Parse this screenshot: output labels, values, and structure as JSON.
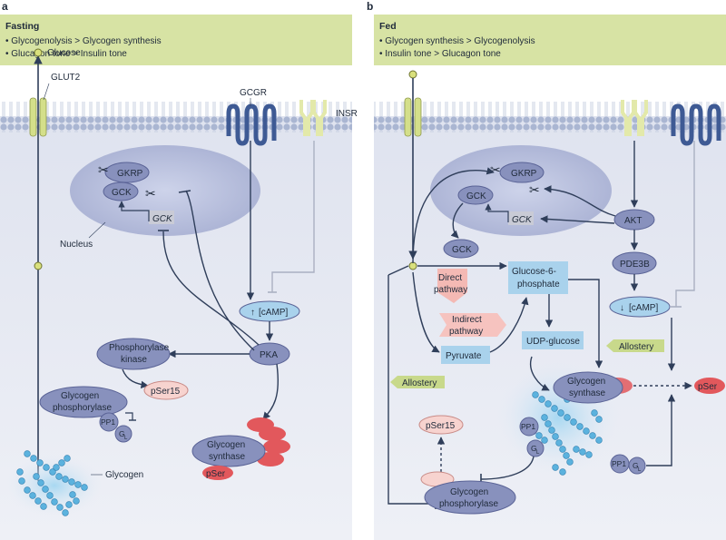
{
  "panels": [
    {
      "letter": "a",
      "title": "Fasting",
      "bullets": [
        "• Glycogenolysis > Glycogen synthesis",
        "• Glucagon tone > Insulin tone"
      ]
    },
    {
      "letter": "b",
      "title": "Fed",
      "bullets": [
        "• Glycogen synthesis > Glycogenolysis",
        "• Insulin tone > Glucagon tone"
      ]
    }
  ],
  "labels_a": {
    "glucose": "Glucose",
    "glut2": "GLUT2",
    "gcgr": "GCGR",
    "insr": "INSR",
    "gkrp": "GKRP",
    "gck": "GCK",
    "gck_gene": "GCK",
    "nucleus": "Nucleus",
    "camp": "[cAMP]",
    "camp_arrow": "↑",
    "pka": "PKA",
    "phos_kinase_1": "Phosphorylase",
    "phos_kinase_2": "kinase",
    "gp_1": "Glycogen",
    "gp_2": "phosphorylase",
    "pser15": "pSer15",
    "pp1": "PP1",
    "gl": "G",
    "gl_sub": "L",
    "gs_1": "Glycogen",
    "gs_2": "synthase",
    "pser": "pSer",
    "glycogen": "Glycogen"
  },
  "labels_b": {
    "gkrp": "GKRP",
    "gck": "GCK",
    "gck_gene": "GCK",
    "akt": "AKT",
    "pde3b": "PDE3B",
    "camp": "[cAMP]",
    "camp_arrow": "↓",
    "gck_free": "GCK",
    "direct_1": "Direct",
    "direct_2": "pathway",
    "g6p_1": "Glucose-6-",
    "g6p_2": "phosphate",
    "indirect_1": "Indirect",
    "indirect_2": "pathway",
    "pyruvate": "Pyruvate",
    "udpg": "UDP-glucose",
    "allostery_1": "Allostery",
    "allostery_2": "Allostery",
    "gs_1": "Glycogen",
    "gs_2": "synthase",
    "pser": "pSer",
    "pser15": "pSer15",
    "pp1_1": "PP1",
    "pp1_2": "PP1",
    "gl": "G",
    "gl_sub": "L",
    "gp_1": "Glycogen",
    "gp_2": "phosphorylase"
  },
  "colors": {
    "header": "#d7e3a4",
    "cell": "#e9ecf4",
    "membrane": "#c7cfe4",
    "head": "#aab6d2",
    "nucleus": "#b7bfdd",
    "oval": "#8891bd",
    "receptor": "#3e5a94",
    "insr": "#e3e9aa",
    "blue_box": "#a9d2ec",
    "pink": "#f4b9b4",
    "pink_arrow": "#f6c3bf",
    "red": "#e2585c",
    "pser_light": "#f7d3cf",
    "glycogen": "#5bb2de",
    "green_arrow": "#c8d98b",
    "line": "#2f3e5a",
    "line_light": "#aab0c2"
  }
}
